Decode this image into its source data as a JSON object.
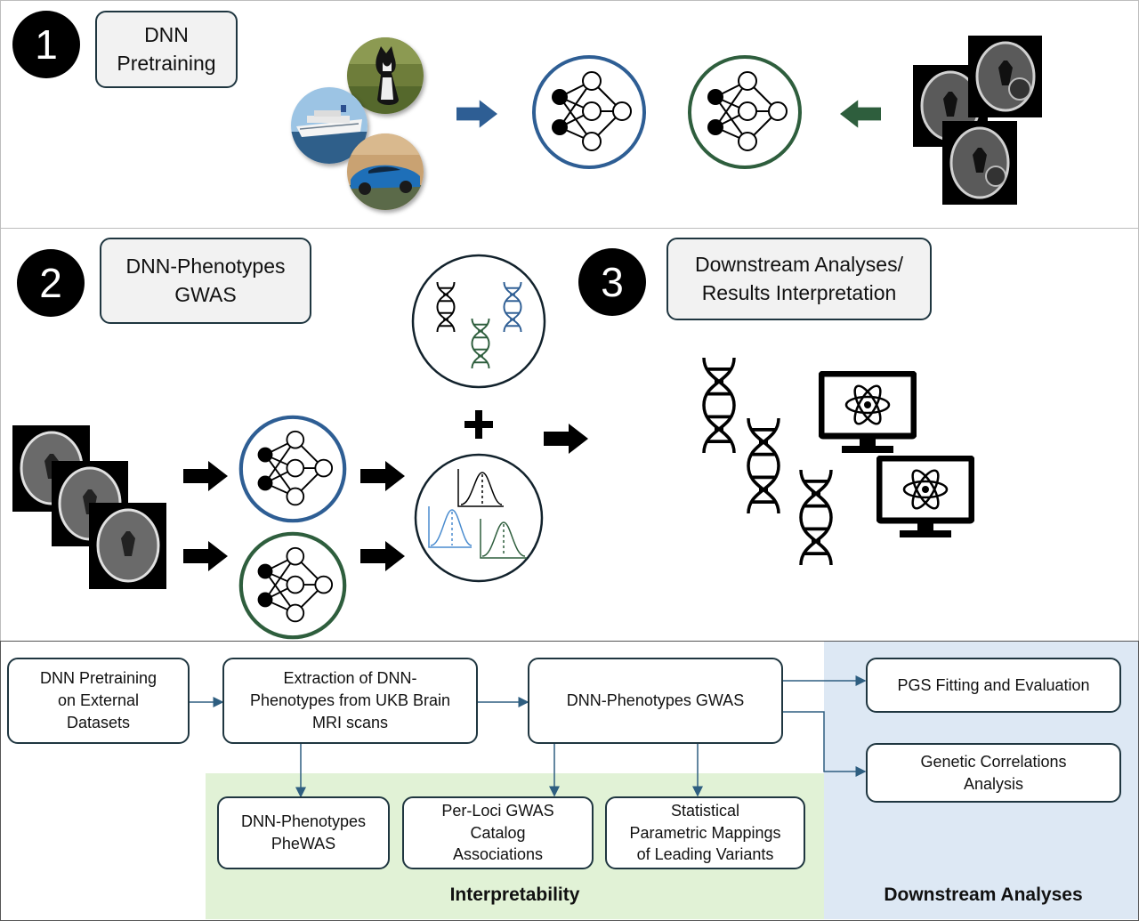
{
  "panel1": {
    "number": "1",
    "title_line1": "DNN",
    "title_line2": "Pretraining",
    "images": [
      "cat-photo",
      "ship-photo",
      "car-photo",
      "brain-tumor-mri-scans"
    ],
    "network_colors": {
      "pretrained": "#2e5e94",
      "finetuned": "#2e5e3d"
    }
  },
  "panel2": {
    "number": "2",
    "title_line1": "DNN-Phenotypes",
    "title_line2": "GWAS",
    "images": [
      "brain-mri-scans"
    ]
  },
  "panel3": {
    "number": "3",
    "title_line1": "Downstream Analyses/",
    "title_line2": "Results Interpretation",
    "icons": [
      "dna-icon",
      "computer-science-icon"
    ]
  },
  "flow": {
    "box_pretraining": [
      "DNN Pretraining",
      "on External",
      "Datasets"
    ],
    "box_extraction": [
      "Extraction of DNN-",
      "Phenotypes from UKB Brain",
      "MRI scans"
    ],
    "box_gwas": "DNN-Phenotypes GWAS",
    "box_pgs": "PGS Fitting and Evaluation",
    "box_genetic": [
      "Genetic Correlations",
      "Analysis"
    ],
    "box_phewas": [
      "DNN-Phenotypes",
      "PheWAS"
    ],
    "box_perloci": [
      "Per-Loci GWAS",
      "Catalog",
      "Associations"
    ],
    "box_spm": [
      "Statistical",
      "Parametric Mappings",
      "of Leading Variants"
    ],
    "band_interpretability": "Interpretability",
    "band_downstream": "Downstream Analyses",
    "colors": {
      "interpretability_bg": "#e1f2d6",
      "downstream_bg": "#dde8f4",
      "arrow": "#2e5e80"
    }
  }
}
